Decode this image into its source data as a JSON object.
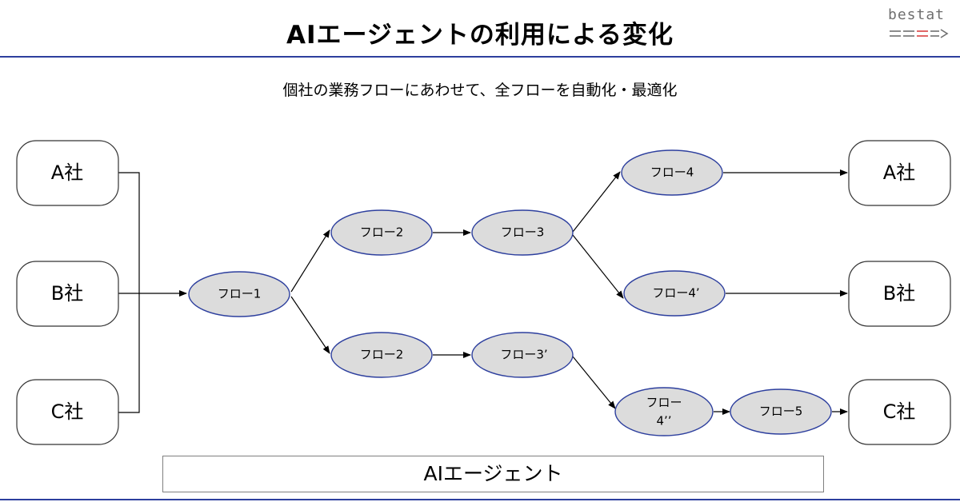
{
  "title": "AIエージェントの利用による変化",
  "logo": {
    "text": "bestat",
    "colors": {
      "text": "#6f6f6f",
      "accent": "#d94040"
    }
  },
  "subtitle": "個社の業務フローにあわせて、全フローを自動化・最適化",
  "companies_left": [
    "A社",
    "B社",
    "C社"
  ],
  "companies_right": [
    "A社",
    "B社",
    "C社"
  ],
  "flows": {
    "flow1": "フロー1",
    "flow2_top": "フロー2",
    "flow2_bottom": "フロー2",
    "flow3": "フロー3",
    "flow3_prime": "フロー3’",
    "flow4": "フロー4",
    "flow4_prime": "フロー4’",
    "flow4_double_line1": "フロー",
    "flow4_double_line2": "4’’",
    "flow5": "フロー5"
  },
  "agent_label": "AIエージェント",
  "colors": {
    "rule": "#2d3f9e",
    "node_fill": "#dcdcdc",
    "node_stroke": "#2d3f9e"
  }
}
